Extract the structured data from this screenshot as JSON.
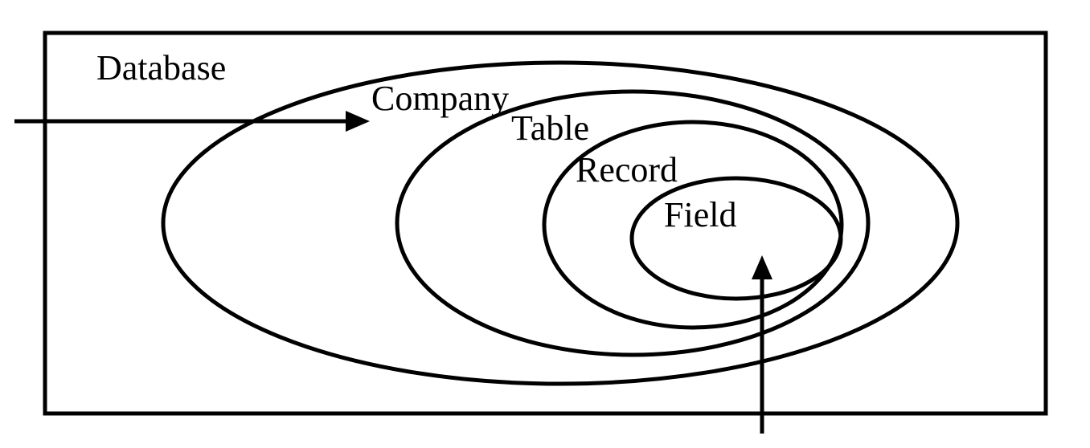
{
  "diagram": {
    "labels": {
      "database": "Database",
      "company": "Company",
      "table": "Table",
      "record": "Record",
      "field": "Field"
    },
    "colors": {
      "stroke": "#000000",
      "background": "#ffffff"
    }
  }
}
